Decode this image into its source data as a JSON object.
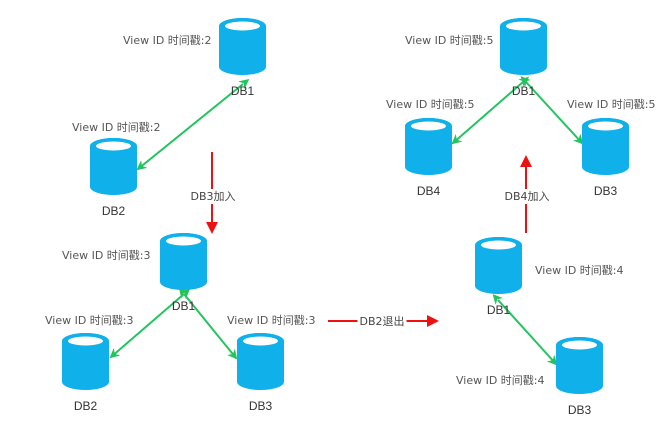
{
  "colors": {
    "db_fill": "#10b0ea",
    "db_top_inner": "#ffffff",
    "link": "#22c45e",
    "transition": "#ee1111"
  },
  "diagram": {
    "panels": [
      {
        "id": "p1",
        "nodes": [
          {
            "id": "p1-db1",
            "name": "DB1",
            "label": "View ID  时间戳:2"
          },
          {
            "id": "p1-db2",
            "name": "DB2",
            "label": "View ID  时间戳:2"
          }
        ],
        "links": [
          [
            "p1-db1",
            "p1-db2"
          ]
        ]
      },
      {
        "id": "p2",
        "nodes": [
          {
            "id": "p2-db1",
            "name": "DB1",
            "label": "View ID  时间戳:3"
          },
          {
            "id": "p2-db2",
            "name": "DB2",
            "label": "View ID 时间戳:3"
          },
          {
            "id": "p2-db3",
            "name": "DB3",
            "label": "View ID 时间戳:3"
          }
        ],
        "links": [
          [
            "p2-db1",
            "p2-db2"
          ],
          [
            "p2-db1",
            "p2-db3"
          ]
        ]
      },
      {
        "id": "p3",
        "nodes": [
          {
            "id": "p3-db1",
            "name": "DB1",
            "label": "View ID  时间戳:5"
          },
          {
            "id": "p3-db4",
            "name": "DB4",
            "label": "View ID  时间戳:5"
          },
          {
            "id": "p3-db3",
            "name": "DB3",
            "label": "View ID  时间戳:5"
          }
        ],
        "links": [
          [
            "p3-db1",
            "p3-db4"
          ],
          [
            "p3-db1",
            "p3-db3"
          ]
        ]
      },
      {
        "id": "p4",
        "nodes": [
          {
            "id": "p4-db1",
            "name": "DB1",
            "label": "View ID  时间戳:4"
          },
          {
            "id": "p4-db3",
            "name": "DB3",
            "label": "View ID  时间戳:4"
          }
        ],
        "links": [
          [
            "p4-db1",
            "p4-db3"
          ]
        ]
      }
    ],
    "transitions": [
      {
        "id": "t1",
        "from": "p1",
        "to": "p2",
        "label": "DB3加入"
      },
      {
        "id": "t2",
        "from": "p2",
        "to": "p4",
        "label": "DB2退出"
      },
      {
        "id": "t3",
        "from": "p4",
        "to": "p3",
        "label": "DB4加入"
      }
    ]
  }
}
